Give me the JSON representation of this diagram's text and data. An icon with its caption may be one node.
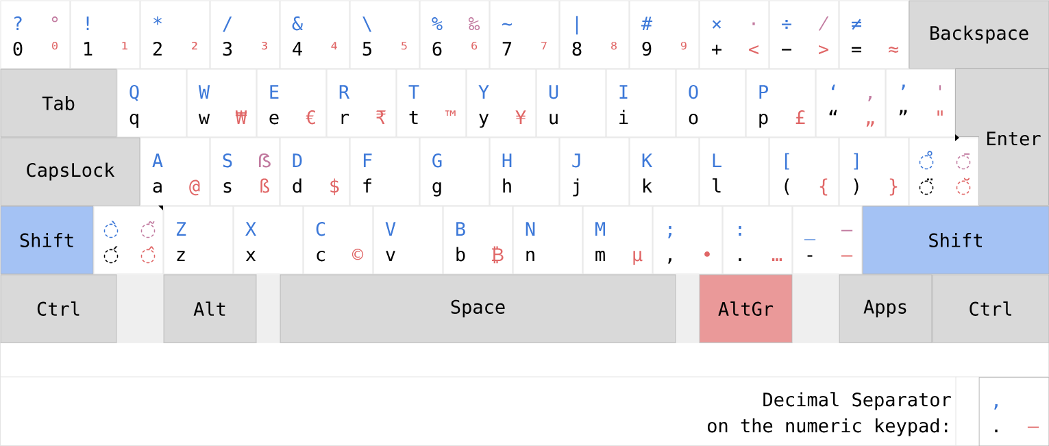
{
  "diagram": {
    "nodes": [
      {
        "text": [
          "?",
          "°",
          "0",
          "⁰"
        ]
      },
      {
        "text": [
          "!",
          "1",
          "¹"
        ]
      },
      {
        "text": [
          "*",
          "2",
          "²"
        ]
      },
      {
        "text": [
          "/",
          "3",
          "³"
        ]
      },
      {
        "text": [
          "&",
          "4",
          "⁴"
        ]
      },
      {
        "text": [
          "\\",
          "5",
          "⁵"
        ]
      },
      {
        "text": [
          "%",
          "‰",
          "6",
          "⁶"
        ]
      },
      {
        "text": [
          "~",
          "7",
          "⁷"
        ]
      },
      {
        "text": [
          "|",
          "8",
          "⁸"
        ]
      },
      {
        "text": [
          "#",
          "9",
          "⁹"
        ]
      },
      {
        "text": [
          "×",
          "·",
          "+",
          "<"
        ]
      },
      {
        "text": [
          "÷",
          "⁄",
          "−",
          ">"
        ]
      },
      {
        "text": [
          "≠",
          "=",
          "≈"
        ]
      },
      {
        "text": [
          "Backspace"
        ]
      },
      {
        "text": [
          "Tab"
        ]
      },
      {
        "text": [
          "Q",
          "q"
        ]
      },
      {
        "text": [
          "W",
          "w",
          "₩"
        ]
      },
      {
        "text": [
          "E",
          "e",
          "€"
        ]
      },
      {
        "text": [
          "R",
          "r",
          "₹"
        ]
      },
      {
        "text": [
          "T",
          "t",
          "™"
        ]
      },
      {
        "text": [
          "Y",
          "y",
          "¥"
        ]
      },
      {
        "text": [
          "U",
          "u"
        ]
      },
      {
        "text": [
          "I",
          "i"
        ]
      },
      {
        "text": [
          "O",
          "o"
        ]
      },
      {
        "text": [
          "P",
          "p",
          "£"
        ]
      },
      {
        "text": [
          "‘",
          "‚",
          "“",
          "„"
        ]
      },
      {
        "text": [
          "’",
          "'",
          "”",
          "\""
        ]
      },
      {
        "text": [
          "Enter"
        ]
      },
      {
        "text": [
          "CapsLock"
        ]
      },
      {
        "text": [
          "A",
          "a",
          "@"
        ]
      },
      {
        "text": [
          "S",
          "ẞ",
          "s",
          "ß"
        ]
      },
      {
        "text": [
          "D",
          "d",
          "$"
        ]
      },
      {
        "text": [
          "F",
          "f"
        ]
      },
      {
        "text": [
          "G",
          "g"
        ]
      },
      {
        "text": [
          "H",
          "h"
        ]
      },
      {
        "text": [
          "J",
          "j"
        ]
      },
      {
        "text": [
          "K",
          "k"
        ]
      },
      {
        "text": [
          "L",
          "l"
        ]
      },
      {
        "text": [
          "[",
          "(",
          "{"
        ]
      },
      {
        "text": [
          "]",
          ")",
          "}"
        ]
      },
      {
        "text": [
          "◌̊",
          "◌̄",
          "◌̈",
          "◌̆"
        ]
      },
      {
        "text": [
          "Shift"
        ]
      },
      {
        "text": [
          "◌̀",
          "◌̃",
          "◌́",
          "◌̂"
        ]
      },
      {
        "text": [
          "Z",
          "z"
        ]
      },
      {
        "text": [
          "X",
          "x"
        ]
      },
      {
        "text": [
          "C",
          "c",
          "©"
        ]
      },
      {
        "text": [
          "V",
          "v"
        ]
      },
      {
        "text": [
          "B",
          "b",
          "₿"
        ]
      },
      {
        "text": [
          "N",
          "n"
        ]
      },
      {
        "text": [
          "M",
          "m",
          "µ"
        ]
      },
      {
        "text": [
          ";",
          ",",
          "•"
        ]
      },
      {
        "text": [
          ":",
          ".",
          "…"
        ]
      },
      {
        "text": [
          "_",
          "–",
          "-",
          "—"
        ]
      },
      {
        "text": [
          "Shift"
        ]
      },
      {
        "text": [
          "Ctrl"
        ]
      },
      {
        "text": [],
        "shape": "box"
      },
      {
        "text": [
          "Alt"
        ]
      },
      {
        "text": [],
        "shape": "box"
      },
      {
        "text": [
          "Space"
        ]
      },
      {
        "text": [],
        "shape": "box"
      },
      {
        "text": [
          "AltGr"
        ]
      },
      {
        "text": [],
        "shape": "box"
      },
      {
        "text": [
          "Apps"
        ]
      },
      {
        "text": [
          "Ctrl"
        ]
      },
      {
        "text": [
          ",",
          ".",
          "–"
        ]
      }
    ],
    "labels": [
      "Decimal Separator",
      "on the numeric keypad:"
    ]
  }
}
